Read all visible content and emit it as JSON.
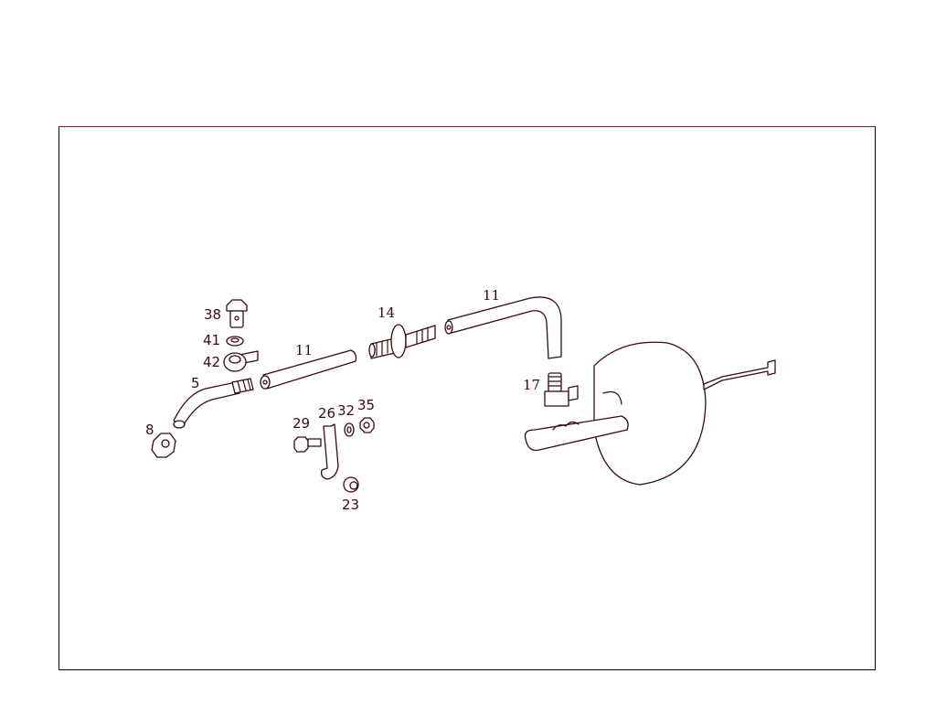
{
  "diagram": {
    "type": "exploded-parts-view",
    "subject": "brake booster vacuum line assembly",
    "frame_color": "#000000",
    "ink_color": "#3a0a12",
    "callouts": [
      {
        "id": "c38",
        "label": "38",
        "part": "banjo-bolt"
      },
      {
        "id": "c41",
        "label": "41",
        "part": "sealing-ring"
      },
      {
        "id": "c42",
        "label": "42",
        "part": "banjo-fitting"
      },
      {
        "id": "c5",
        "label": "5",
        "part": "bent-pipe"
      },
      {
        "id": "c8",
        "label": "8",
        "part": "hex-nut"
      },
      {
        "id": "c11a",
        "label": "11",
        "part": "vacuum-hose-straight"
      },
      {
        "id": "c14",
        "label": "14",
        "part": "check-valve"
      },
      {
        "id": "c11b",
        "label": "11",
        "part": "vacuum-hose-bent"
      },
      {
        "id": "c17",
        "label": "17",
        "part": "elbow-fitting"
      },
      {
        "id": "c29",
        "label": "29",
        "part": "bolt"
      },
      {
        "id": "c26",
        "label": "26",
        "part": "bracket-clip"
      },
      {
        "id": "c32",
        "label": "32",
        "part": "washer"
      },
      {
        "id": "c35",
        "label": "35",
        "part": "nut"
      },
      {
        "id": "c23",
        "label": "23",
        "part": "spacer-nut"
      }
    ]
  }
}
